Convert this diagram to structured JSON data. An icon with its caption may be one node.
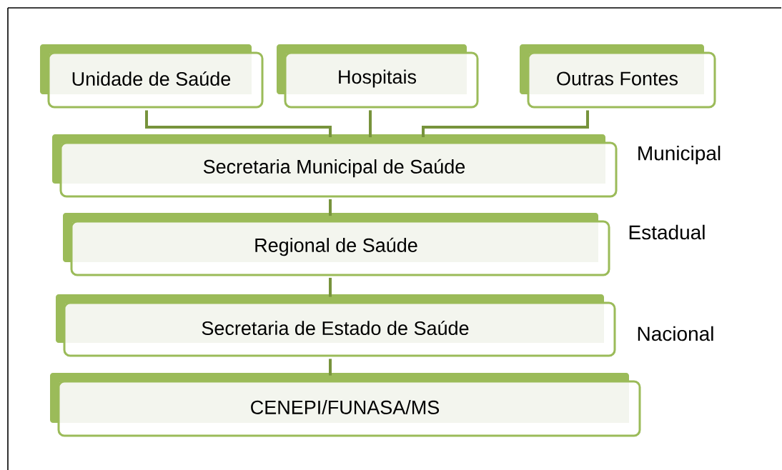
{
  "diagram": {
    "nodes": [
      {
        "text": [
          "Unidade de Saúde"
        ]
      },
      {
        "text": [
          "Hospitais"
        ]
      },
      {
        "text": [
          "Outras Fontes"
        ]
      },
      {
        "text": [
          "Secretaria Municipal de Saúde"
        ]
      },
      {
        "text": [
          "Regional de Saúde"
        ]
      },
      {
        "text": [
          "Secretaria de Estado de Saúde"
        ]
      },
      {
        "text": [
          "CENEPI/FUNASA/MS"
        ]
      }
    ],
    "edges": [
      {
        "from": 0,
        "to": 3,
        "arrow": "none"
      },
      {
        "from": 1,
        "to": 3,
        "arrow": "none"
      },
      {
        "from": 2,
        "to": 3,
        "arrow": "none"
      },
      {
        "from": 3,
        "to": 4,
        "arrow": "none"
      },
      {
        "from": 4,
        "to": 5,
        "arrow": "none"
      },
      {
        "from": 5,
        "to": 6,
        "arrow": "none"
      }
    ],
    "labels": [
      "Municipal",
      "Estadual",
      "Nacional"
    ]
  }
}
